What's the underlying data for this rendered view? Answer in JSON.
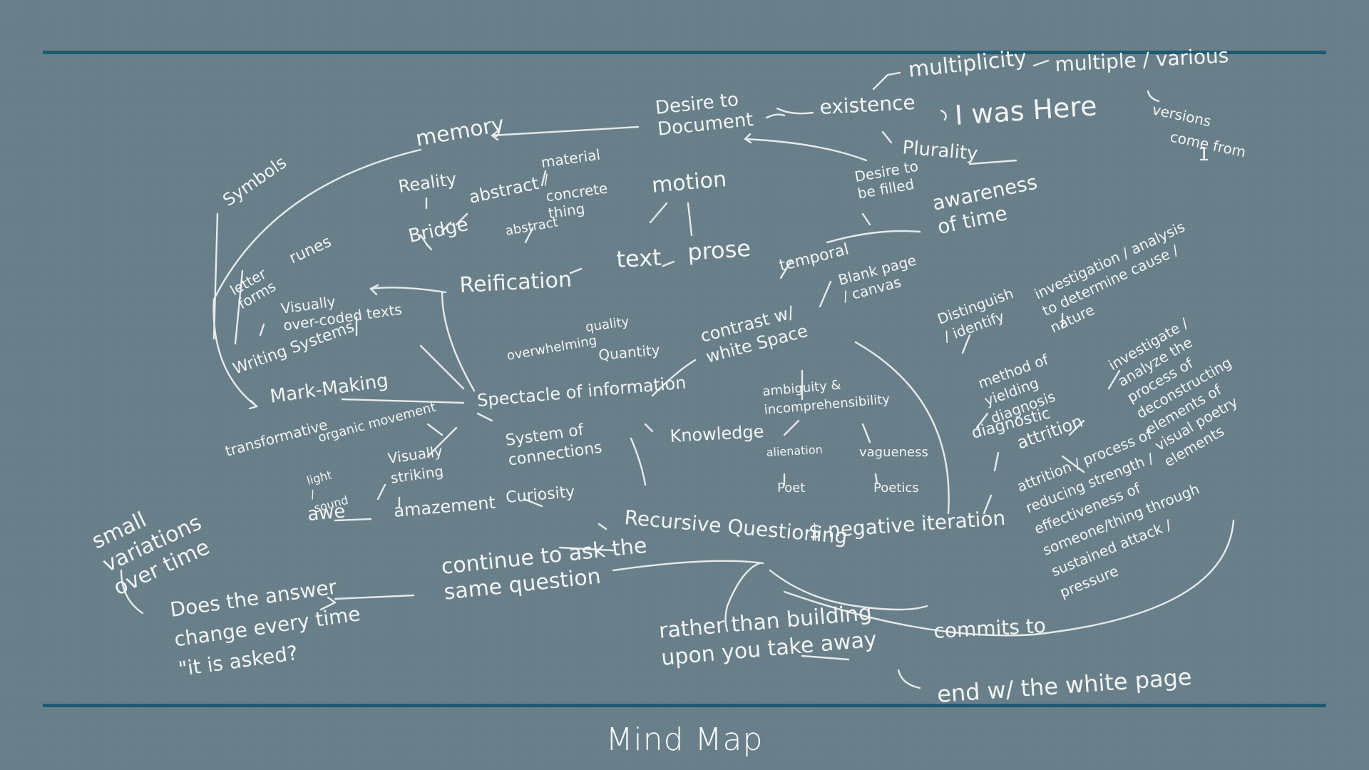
{
  "caption": "Mind Map",
  "colors": {
    "background": "#687f89",
    "rule": "#1d5a73",
    "chalk": "#f2f4f4"
  },
  "nodes": [
    {
      "id": "multiplicity",
      "text": "multiplicity"
    },
    {
      "id": "multiple",
      "text": "multiple / various"
    },
    {
      "id": "versions",
      "text": "versions"
    },
    {
      "id": "come-from",
      "text": "come from"
    },
    {
      "id": "one",
      "text": "1"
    },
    {
      "id": "desire-doc",
      "text": "Desire to Document"
    },
    {
      "id": "existence",
      "text": "existence"
    },
    {
      "id": "i-was-here",
      "text": "I was Here"
    },
    {
      "id": "plurality",
      "text": "Plurality"
    },
    {
      "id": "memory",
      "text": "memory"
    },
    {
      "id": "symbols",
      "text": "Symbols"
    },
    {
      "id": "reality",
      "text": "Reality"
    },
    {
      "id": "abstract",
      "text": "abstract"
    },
    {
      "id": "material",
      "text": "material / concrete thing"
    },
    {
      "id": "abstract2",
      "text": "abstract"
    },
    {
      "id": "motion",
      "text": "motion"
    },
    {
      "id": "desire-fill",
      "text": "Desire to be filled"
    },
    {
      "id": "awareness",
      "text": "awareness of time"
    },
    {
      "id": "bridge",
      "text": "Bridge"
    },
    {
      "id": "letter-forms",
      "text": "letter forms"
    },
    {
      "id": "runes",
      "text": "runes"
    },
    {
      "id": "visually-overcoded",
      "text": "Visually over-coded texts"
    },
    {
      "id": "reification",
      "text": "Reification"
    },
    {
      "id": "text",
      "text": "text"
    },
    {
      "id": "prose",
      "text": "prose"
    },
    {
      "id": "temporal",
      "text": "temporal"
    },
    {
      "id": "blank-page",
      "text": "Blank page / canvas"
    },
    {
      "id": "distinguish",
      "text": "Distinguish / identify"
    },
    {
      "id": "investigation",
      "text": "investigation / analysis to determine cause / nature"
    },
    {
      "id": "writing-systems",
      "text": "Writing Systems"
    },
    {
      "id": "overwhelming",
      "text": "overwhelming"
    },
    {
      "id": "quality",
      "text": "quality"
    },
    {
      "id": "quantity",
      "text": "Quantity"
    },
    {
      "id": "contrast",
      "text": "contrast w/ white Space"
    },
    {
      "id": "method",
      "text": "method of yielding diagnosis"
    },
    {
      "id": "investigate",
      "text": "investigate / analyze the process of deconstructing elements of visual poetry elements"
    },
    {
      "id": "mark-making",
      "text": "Mark-Making"
    },
    {
      "id": "spectacle",
      "text": "Spectacle of information"
    },
    {
      "id": "ambiguity",
      "text": "ambiguity & incomprehensibility"
    },
    {
      "id": "diagnostic",
      "text": "diagnostic"
    },
    {
      "id": "attrition",
      "text": "attrition"
    },
    {
      "id": "transformative",
      "text": "transformative"
    },
    {
      "id": "organic",
      "text": "organic movement"
    },
    {
      "id": "system",
      "text": "System of connections"
    },
    {
      "id": "knowledge",
      "text": "Knowledge"
    },
    {
      "id": "alienation",
      "text": "alienation"
    },
    {
      "id": "vagueness",
      "text": "vagueness"
    },
    {
      "id": "visually-striking",
      "text": "Visually striking"
    },
    {
      "id": "light-sound",
      "text": "light / sound"
    },
    {
      "id": "small-variations",
      "text": "small variations over time"
    },
    {
      "id": "awe",
      "text": "awe"
    },
    {
      "id": "amazement",
      "text": "amazement"
    },
    {
      "id": "curiosity",
      "text": "Curiosity"
    },
    {
      "id": "recursive",
      "text": "Recursive Questioning"
    },
    {
      "id": "poet",
      "text": "Poet"
    },
    {
      "id": "poetics",
      "text": "Poetics"
    },
    {
      "id": "negative",
      "text": "$ negative iteration"
    },
    {
      "id": "attrition-def",
      "text": "attrition / process of reducing strength / effectiveness of someone/thing through sustained attack / pressure"
    },
    {
      "id": "does-answer",
      "text": "Does the answer change every time \"it is asked?"
    },
    {
      "id": "continue",
      "text": "continue to ask the same question"
    },
    {
      "id": "rather",
      "text": "rather than building upon you take away"
    },
    {
      "id": "commits",
      "text": "commits to"
    },
    {
      "id": "end",
      "text": "end w/ the white page"
    }
  ]
}
